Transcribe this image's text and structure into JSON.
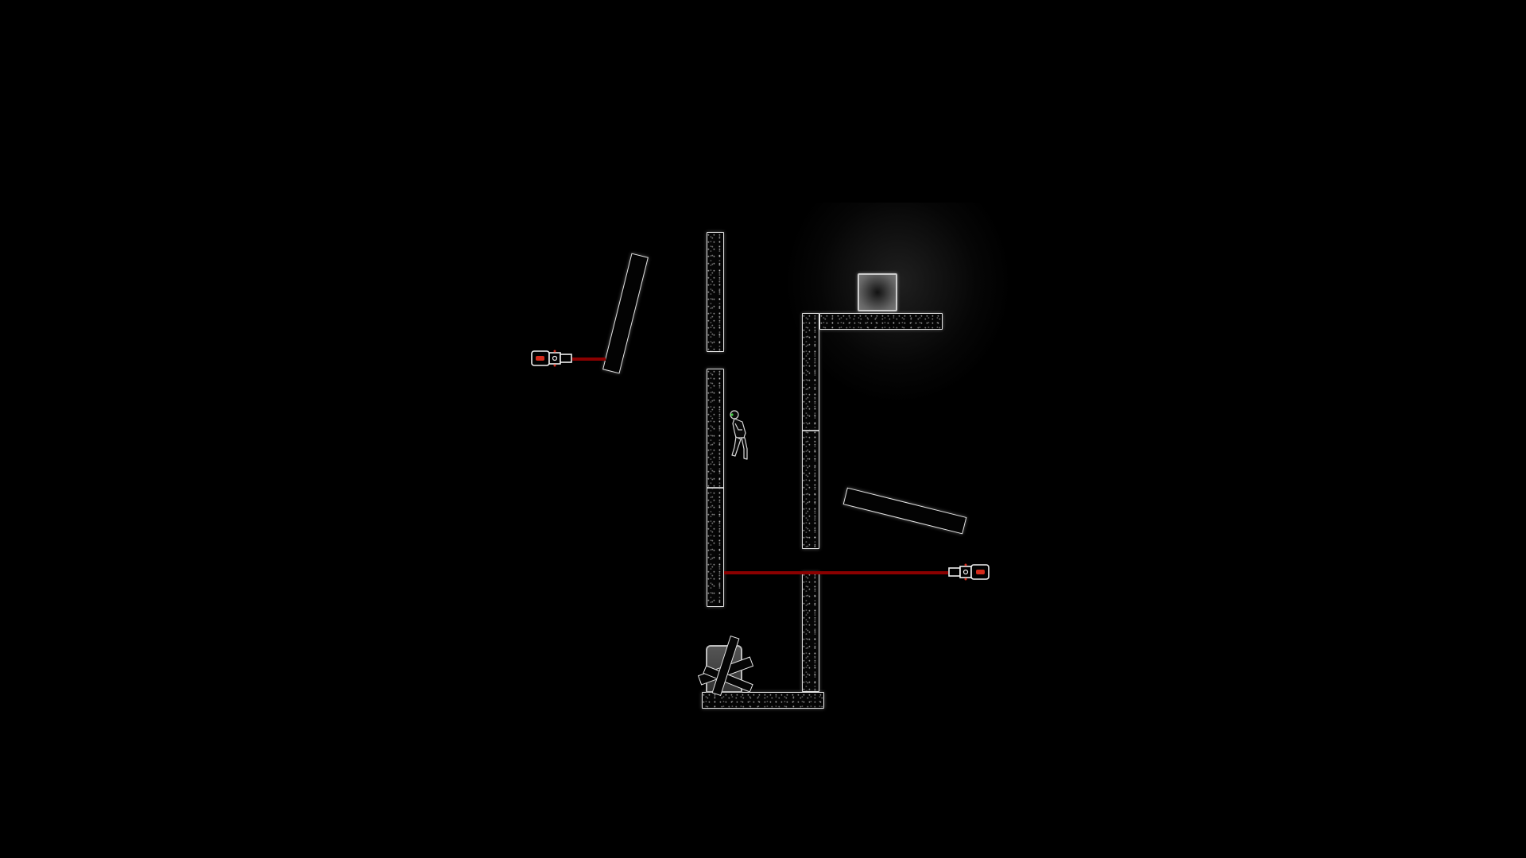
{
  "scene": {
    "background_color": "#000000",
    "outline_color": "#e6e6e6",
    "laser_color": "#8b0000",
    "turret_accent_color": "#d42a1a",
    "player_eye_color": "#3fd13f",
    "entities": [
      "laser-turret-left",
      "laser-turret-right",
      "player-character",
      "pushable-crate",
      "barricaded-exit-door",
      "tilted-plank-left",
      "tilted-plank-right"
    ]
  }
}
